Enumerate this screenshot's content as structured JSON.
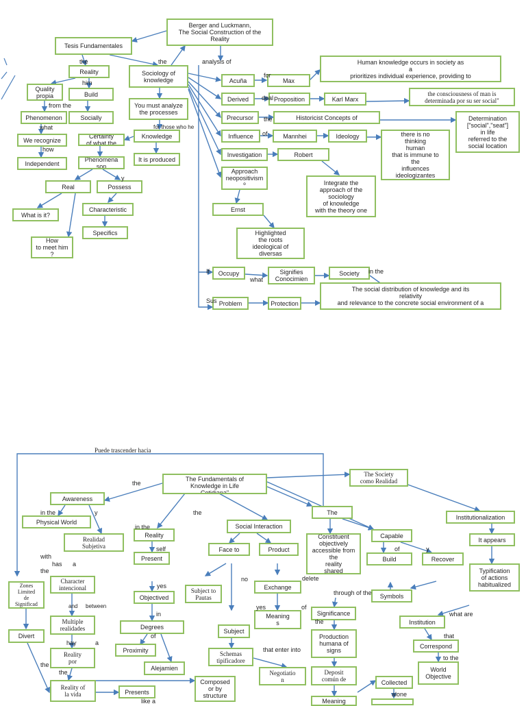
{
  "map1": {
    "nodes": {
      "berger": "Berger and Luckmann,\nThe Social Construction of the\nReality",
      "tesis": "Tesis Fundamentales",
      "reality": "Reality",
      "sociology": "Sociology of\nknowledge",
      "quality": "Quality\npropia",
      "build": "Build",
      "phenomenon": "Phenomenon",
      "socially": "Socially",
      "must_analyze": "You must analyze\nthe processes",
      "we_recognize": "We recognize",
      "certainty": "Certainty\nof what the",
      "knowledge": "Knowledge",
      "independent": "Independent",
      "phenomena": "Phenomena\nson",
      "it_is_produced": "It is produced",
      "real": "Real",
      "possess": "Possess",
      "what_is_it": "What is it?",
      "characteristic": "Characteristic",
      "specifics": "Specifics",
      "how_meet": "How\nto meet him\n?",
      "acuna": "Acuña",
      "max": "Max",
      "human_knowledge": "Human knowledge occurs in society as\na\nprioritizes individual experience, providing to",
      "derived": "Derived",
      "proposition": "Proposition",
      "karl_marx": "Karl Marx",
      "consciousness": "the consciousness of man is\ndeterminada por su ser social\"",
      "precursor": "Precursor",
      "historicist": "Historicist Concepts of",
      "determination": "Determination\n[\"social\",\"seat\"]\nin life\nreferred to the\nsocial location",
      "influence": "Influence",
      "mannhei": "Mannhei",
      "ideology": "Ideology",
      "no_thinking": "there is no\nthinking\nhuman\nthat is immune to\nthe\ninfluences\nideologizantes",
      "investigation": "Investigation",
      "robert": "Robert",
      "approach": "Approach\nneopositivism\nº",
      "integrate": "Integrate the\napproach of the\nsociology\nof knowledge\nwith the theory one",
      "ernst": "Ernst",
      "highlighted": "Highlighted\nthe roots\nideological of\ndiversas",
      "occupy": "Occupy",
      "signifies": "Signifies\nConocimien",
      "society": "Society",
      "distribution": "The social distribution of knowledge and its\nrelativity\nand relevance to the concrete social environment of a",
      "problem": "Problem",
      "protection": "Protection"
    },
    "labels": {
      "the1": "the",
      "the2": "the",
      "analysis_of": "analysis of",
      "him": "him",
      "from_the": "from the",
      "what": "what",
      "how": "how",
      "y": "y",
      "for_those": "for those who he",
      "for": "for",
      "deal": "deal",
      "the3": "the",
      "of": "of",
      "if": "If",
      "what2": "what",
      "in_the": "in the",
      "sus": "Sus"
    }
  },
  "map2": {
    "nodes": {
      "fundamentals": "The Fundamentals of\nKnowledge in Life\nCotidiana\"",
      "society_reality": "The Society\ncomo Realidad",
      "awareness": "Awareness",
      "physical_world": "Physical World",
      "realidad_subjetiva": "Realidad\nSubjetiva",
      "reality2": "Reality",
      "present": "Present",
      "social_interaction": "Social Interaction",
      "the_node": "The",
      "face_to": "Face to",
      "product": "Product",
      "constituent": "Constituent\nobjectively\naccessible from the\nreality\nshared",
      "capable": "Capable",
      "build2": "Build",
      "recover": "Recover",
      "institutionalization": "Institutionalization",
      "it_appears": "It appears",
      "typification": "Typification\nof actions\nhabitualized",
      "zones": "Zones\nLimited\nde\nSignificad",
      "character": "Character\nintencional",
      "objectived": "Objectived",
      "subject_pautas": "Subject to\nPautas",
      "exchange": "Exchange",
      "symbols": "Symbols",
      "multiple": "Multiple\nrealidades",
      "degrees": "Degrees",
      "meanings": "Meaning\ns",
      "significance": "Significance",
      "institution": "Institution",
      "divert": "Divert",
      "subject": "Subject",
      "production": "Production\nhumana of\nsigns",
      "correspond": "Correspond",
      "proximity": "Proximity",
      "reality_por": "Reality\npor",
      "schemas": "Schemas\ntipificadore",
      "world_objective": "World\nObjective",
      "alejamien": "Alejamien",
      "negotiation": "Negotiatio\nn",
      "deposit": "Deposit\ncomún de",
      "collected": "Collected",
      "reality_vida": "Reality of\nla vida",
      "presents": "Presents",
      "composed": "Composed\nor by\nstructure",
      "meaning_bottom": "Meaning"
    },
    "labels": {
      "puede": "Puede trascender hacia",
      "the1": "the",
      "in_the": "in the",
      "y": "y",
      "in_the2": "in the",
      "the2": "the",
      "self": "self",
      "with": "with",
      "has": "has",
      "a": "a",
      "the3": "the",
      "and": "and",
      "between": "between",
      "yes": "yes",
      "no": "no",
      "delete": "delete",
      "through_of_the": "through of the",
      "of": "of",
      "y2": "y",
      "in": "in",
      "of2": "of",
      "yes2": "yes",
      "of3": "of",
      "the4": "the",
      "what_are": "what are",
      "that": "that",
      "to_the": "to the",
      "hay": "hay",
      "a2": "a",
      "the5": "the",
      "the6": "the",
      "that_enter_into": "that enter into",
      "alone": "alone",
      "like_a": "like a"
    }
  },
  "colors": {
    "box_border": "#8fbf5f",
    "connector": "#4a7ebb",
    "text": "#222222"
  }
}
